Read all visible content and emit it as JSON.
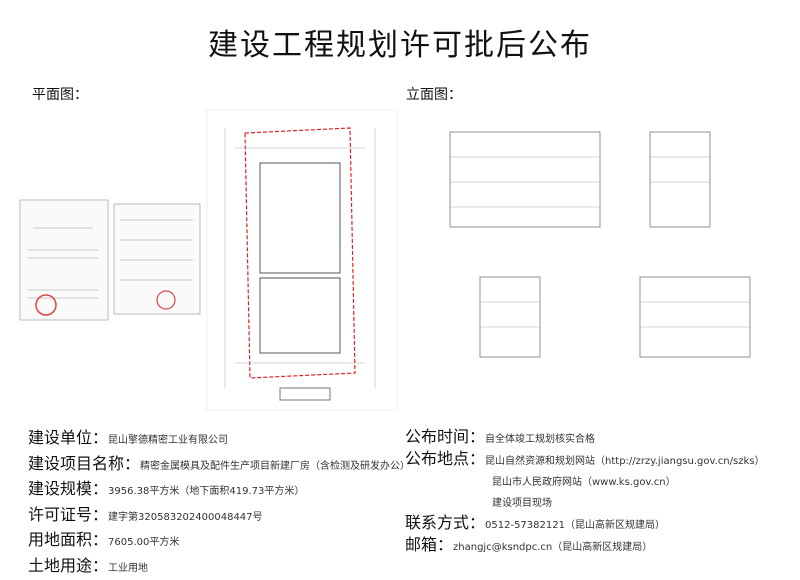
{
  "title": "建设工程规划许可批后公布",
  "plan_label": "平面图：",
  "elevation_label": "立面图：",
  "left": [
    {
      "label": "建设单位：",
      "value": "昆山擎德精密工业有限公司"
    },
    {
      "label": "建设项目名称：",
      "value": "精密金属模具及配件生产项目新建厂房（含检测及研发办公）"
    },
    {
      "label": "建设规模：",
      "value": "3956.38平方米（地下面积419.73平方米）"
    },
    {
      "label": "许可证号：",
      "value": "建字第320583202400048447号"
    },
    {
      "label": "用地面积：",
      "value": "7605.00平方米"
    },
    {
      "label": "土地用途：",
      "value": "工业用地"
    }
  ],
  "right": {
    "time_label": "公布时间：",
    "time": "自全体竣工规划核实合格",
    "place_label": "公布地点：",
    "places": [
      "昆山自然资源和规划网站（http://zrzy.jiangsu.gov.cn/szks）",
      "昆山市人民政府网站（www.ks.gov.cn）",
      "建设项目现场"
    ],
    "contact_label": "联系方式：",
    "contact": "0512-57382121（昆山高新区规建局）",
    "email_label": "邮箱：",
    "email": "zhangjc@ksndpc.cn（昆山高新区规建局）"
  }
}
